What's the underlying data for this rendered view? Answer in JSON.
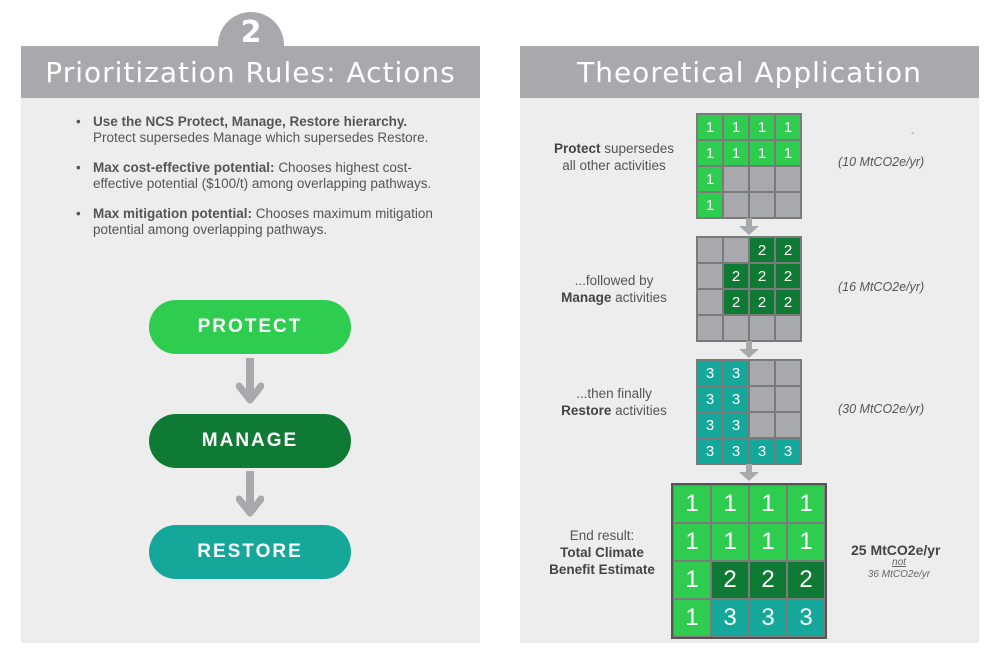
{
  "left": {
    "step_number": "2",
    "title": "Prioritization Rules: Actions",
    "rules": [
      {
        "bold": "Use the NCS Protect, Manage, Restore hierarchy.",
        "text": "Protect supersedes Manage which supersedes Restore."
      },
      {
        "bold": "Max cost-effective potential:",
        "text": "Chooses highest cost-effective potential ($100/t) among overlapping pathways."
      },
      {
        "bold": "Max mitigation potential:",
        "text": "Chooses maximum mitigation potential among overlapping pathways."
      }
    ],
    "hierarchy": [
      "PROTECT",
      "MANAGE",
      "RESTORE"
    ]
  },
  "right": {
    "title": "Theoretical Application",
    "steps": [
      {
        "label_bold": "Protect",
        "label_text": "supersedes all other activities",
        "value": "(10 MtCO2e/yr)"
      },
      {
        "label_pre": "...followed by",
        "label_bold": "Manage",
        "label_text": "activities",
        "value": "(16 MtCO2e/yr)"
      },
      {
        "label_pre": "...then finally",
        "label_bold": "Restore",
        "label_text": "activities",
        "value": "(30 MtCO2e/yr)"
      }
    ],
    "result": {
      "label_pre": "End result:",
      "label_bold": "Total Climate Benefit Estimate",
      "value": "25 MtCO2e/yr",
      "not": "not",
      "alt": "36 MtCO2e/yr"
    },
    "tick_mark": "-"
  },
  "grids": {
    "protect": [
      [
        1,
        1,
        1,
        1
      ],
      [
        1,
        1,
        1,
        1
      ],
      [
        1,
        0,
        0,
        0
      ],
      [
        1,
        0,
        0,
        0
      ]
    ],
    "manage": [
      [
        0,
        0,
        2,
        2
      ],
      [
        0,
        2,
        2,
        2
      ],
      [
        0,
        2,
        2,
        2
      ],
      [
        0,
        0,
        0,
        0
      ]
    ],
    "restore": [
      [
        3,
        3,
        0,
        0
      ],
      [
        3,
        3,
        0,
        0
      ],
      [
        3,
        3,
        0,
        0
      ],
      [
        3,
        3,
        3,
        3
      ]
    ],
    "result": [
      [
        1,
        1,
        1,
        1
      ],
      [
        1,
        1,
        1,
        1
      ],
      [
        1,
        2,
        2,
        2
      ],
      [
        1,
        3,
        3,
        3
      ]
    ]
  },
  "colors": {
    "protect": "#2ecc4f",
    "manage": "#0e7a34",
    "restore": "#15a89a",
    "empty": "#a7a9ac",
    "header": "#a7a9ac",
    "panel": "#ededee",
    "arrow": "#a7a9ac"
  }
}
